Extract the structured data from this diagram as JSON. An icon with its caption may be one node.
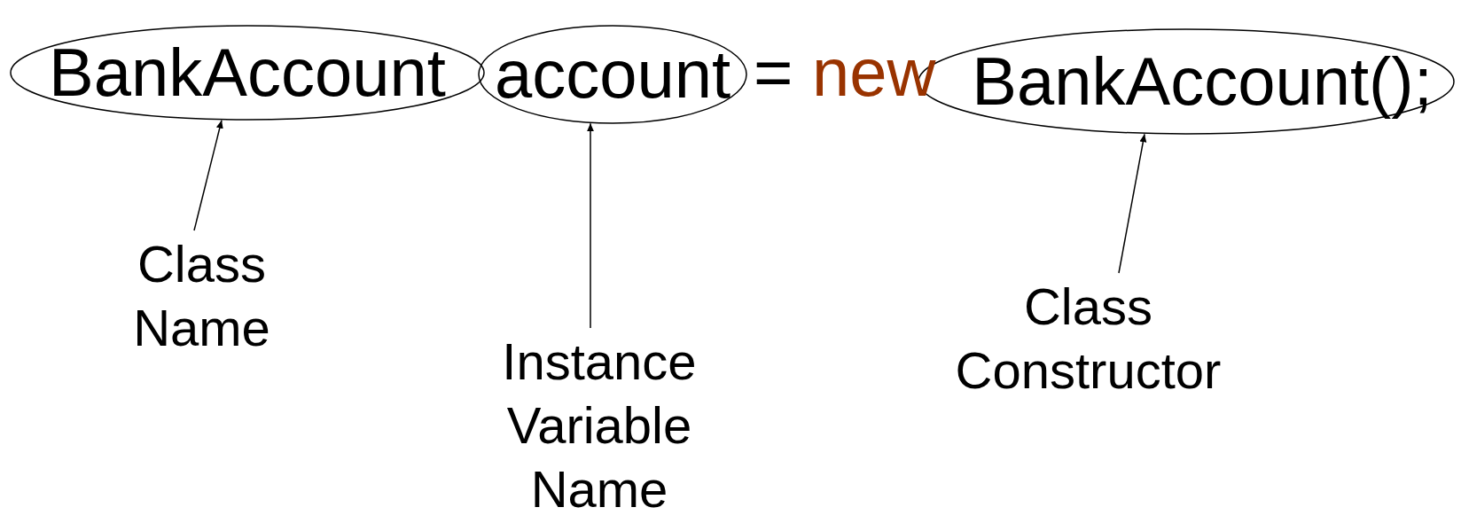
{
  "diagram": {
    "nodes": [
      {
        "text": [
          "BankAccount"
        ]
      },
      {
        "text": [
          "account"
        ]
      },
      {
        "text": [
          "BankAccount();"
        ]
      },
      {
        "text": [
          "Class Name"
        ]
      },
      {
        "text": [
          "Instance Variable Name"
        ]
      },
      {
        "text": [
          "Class Constructor"
        ]
      }
    ],
    "edges": [
      {
        "from": 3,
        "to": 0,
        "arrow": "to"
      },
      {
        "from": 4,
        "to": 1,
        "arrow": "to"
      },
      {
        "from": 5,
        "to": 2,
        "arrow": "to"
      }
    ],
    "labels": [
      "=",
      "new"
    ]
  }
}
